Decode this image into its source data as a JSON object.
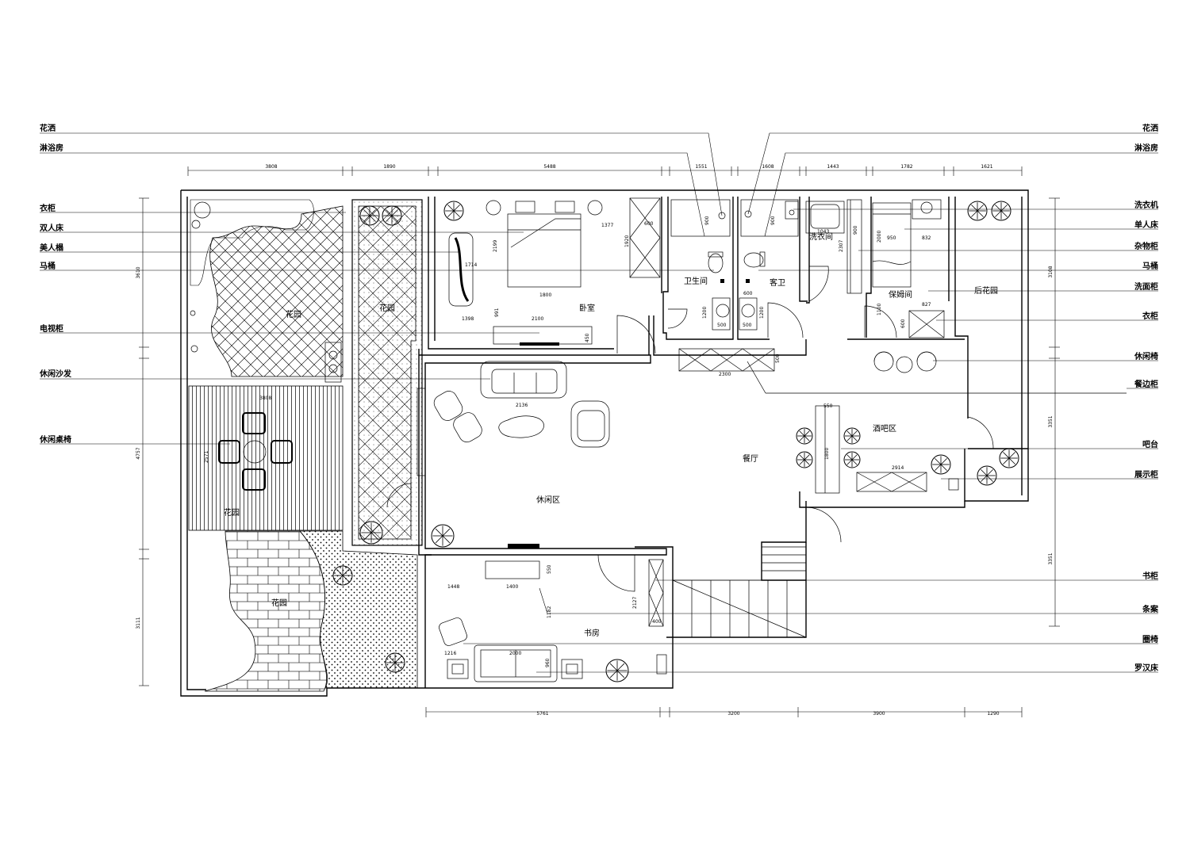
{
  "left_labels": [
    "花洒",
    "淋浴房",
    "衣柜",
    "双人床",
    "美人榻",
    "马桶",
    "电视柜",
    "休闲沙发",
    "休闲桌椅"
  ],
  "right_labels": [
    "花洒",
    "淋浴房",
    "洗衣机",
    "单人床",
    "杂物柜",
    "马桶",
    "洗面柜",
    "衣柜",
    "休闲椅",
    "餐边柜",
    "吧台",
    "展示柜",
    "书柜",
    "条案",
    "圈椅",
    "罗汉床"
  ],
  "rooms": {
    "garden_top": "花园",
    "garden_strip": "花园",
    "garden_deck": "花园",
    "garden_bottom": "花园",
    "bedroom": "卧室",
    "bathroom": "卫生间",
    "guest_bath": "客卫",
    "laundry": "洗衣间",
    "nanny": "保姆间",
    "back_garden": "后花园",
    "bar_area": "酒吧区",
    "dining": "餐厅",
    "leisure": "休闲区",
    "study": "书房"
  },
  "dims_top": [
    "3808",
    "1890",
    "5488",
    "1551",
    "1608",
    "1443",
    "1782",
    "1621"
  ],
  "dims_bottom": [
    "5761",
    "3200",
    "3900",
    "1290"
  ],
  "dims_left": [
    "3610",
    "4757",
    "3111"
  ],
  "dims_right": [
    "3108",
    "3351",
    "3351"
  ],
  "inner_dims": {
    "bed_w": "1800",
    "bed_h": "2199",
    "tv_w": "2100",
    "d1398": "1398",
    "d1377": "1377",
    "d1920": "1920",
    "d600a": "600",
    "d1714": "1714",
    "d991": "991",
    "d450": "450",
    "bath_900a": "900",
    "bath_1200a": "1200",
    "bath_500a": "500",
    "bath_900b": "900",
    "bath_1200b": "1200",
    "bath_500b": "500",
    "bath_600": "600",
    "laundry_1043": "1043",
    "laundry_900": "900",
    "laundry_2307": "2307",
    "nanny_2000": "2000",
    "nanny_950": "950",
    "nanny_832": "832",
    "nanny_827": "827",
    "nanny_1100": "1100",
    "nanny_600": "600",
    "sofa_2136": "2136",
    "deck_3808": "3808",
    "table_2571": "2571",
    "side_2300": "2300",
    "side_500": "500",
    "bar_550": "550",
    "bar_1800": "1800",
    "show_2914": "2914",
    "study_550": "550",
    "study_1448": "1448",
    "study_1400": "1400",
    "study_1182": "1182",
    "study_2127": "2127",
    "study_400": "400",
    "study_1216": "1216",
    "study_2000": "2000",
    "study_960": "960"
  }
}
